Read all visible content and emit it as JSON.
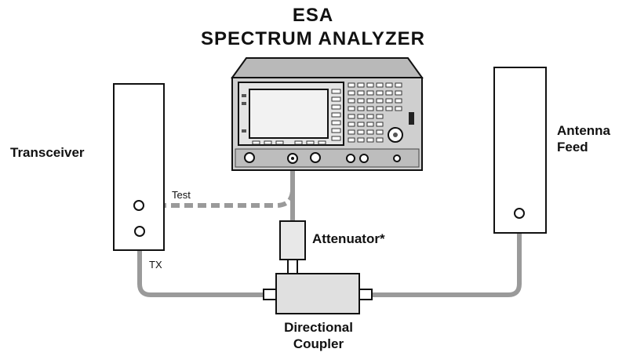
{
  "title": {
    "line1": "ESA",
    "line2": "SPECTRUM ANALYZER"
  },
  "labels": {
    "transceiver": "Transceiver",
    "antenna_line1": "Antenna",
    "antenna_line2": "Feed",
    "attenuator": "Attenuator*",
    "coupler_line1": "Directional",
    "coupler_line2": "Coupler",
    "test_port": "Test",
    "tx_port": "TX"
  },
  "colors": {
    "cable": "#9a9a9a",
    "outline": "#111111",
    "instrument_body": "#cfcfcf",
    "screen": "#ececec"
  }
}
